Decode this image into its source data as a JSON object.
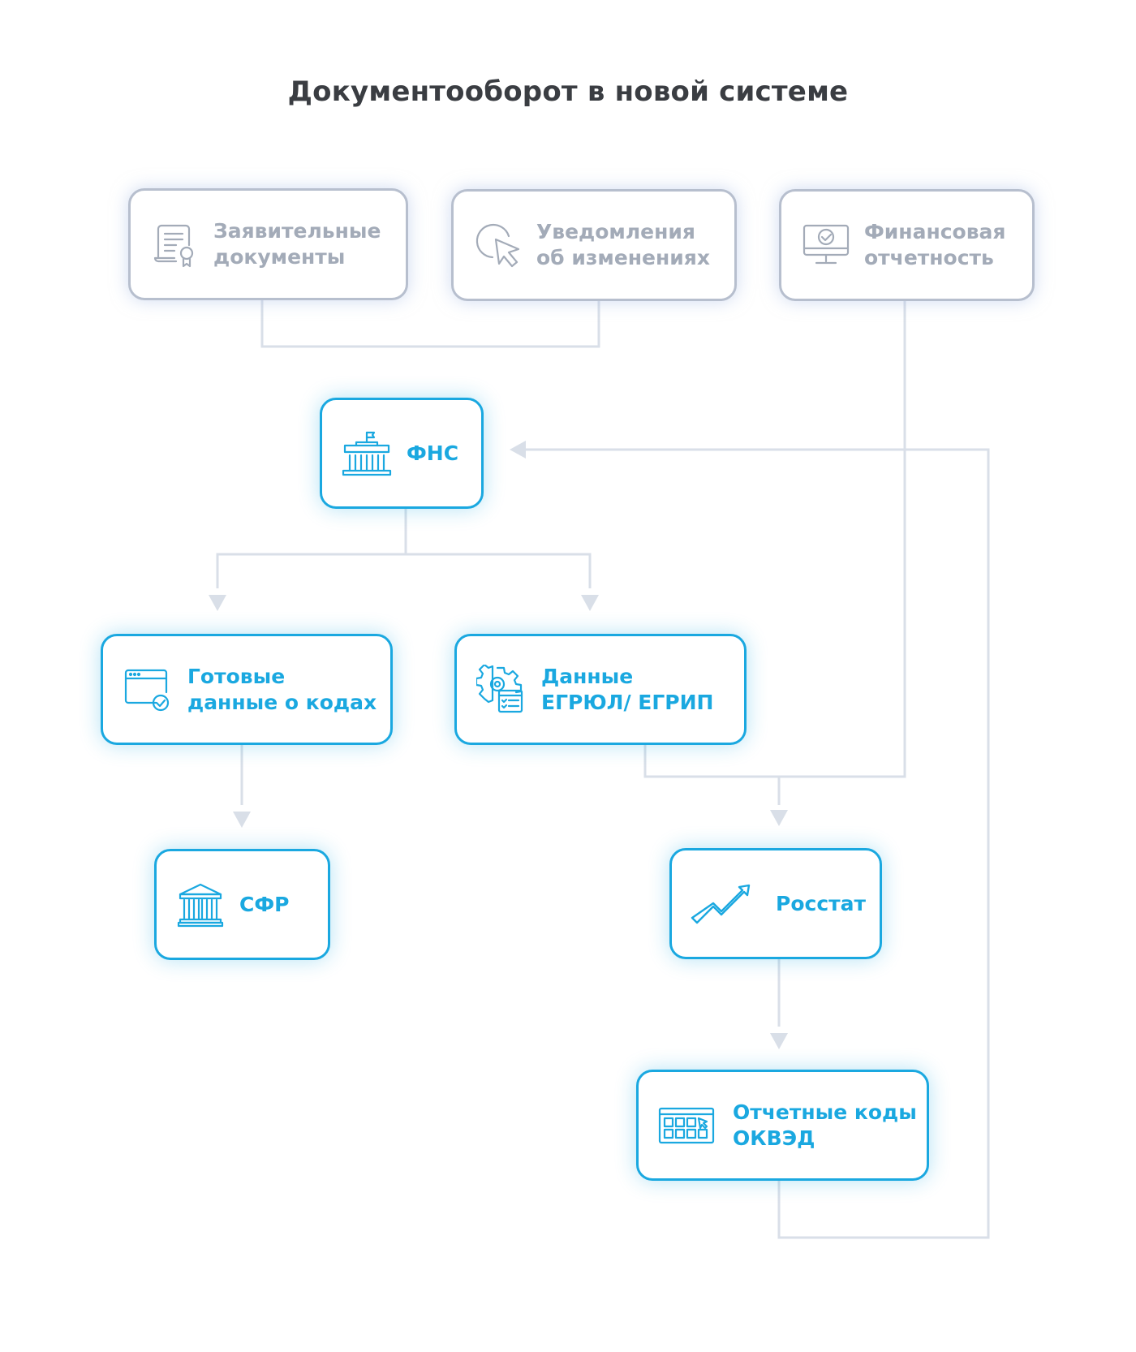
{
  "title": "Документооборот в новой системе",
  "nodes": {
    "statement_docs": {
      "lines": [
        "Заявительные",
        "документы"
      ],
      "icon": "certificate-document-icon"
    },
    "change_notices": {
      "lines": [
        "Уведомления",
        "об изменениях"
      ],
      "icon": "cursor-click-icon"
    },
    "financial_reports": {
      "lines": [
        "Финансовая",
        "отчетность"
      ],
      "icon": "monitor-check-icon"
    },
    "fns": {
      "lines": [
        "ФНС"
      ],
      "icon": "government-building-icon"
    },
    "ready_codes": {
      "lines": [
        "Готовые",
        "данные о кодах"
      ],
      "icon": "browser-window-check-icon"
    },
    "egrul_egrip": {
      "lines": [
        "Данные",
        "ЕГРЮЛ/ ЕГРИП"
      ],
      "icon": "gear-checklist-icon"
    },
    "sfr": {
      "lines": [
        "СФР"
      ],
      "icon": "bank-columns-icon"
    },
    "rosstat": {
      "lines": [
        "Росстат"
      ],
      "icon": "trending-up-arrow-icon"
    },
    "okved_codes": {
      "lines": [
        "Отчетные коды",
        "ОКВЭД"
      ],
      "icon": "table-grid-icon"
    }
  },
  "colors": {
    "accent_blue": "#1aa8e0",
    "muted_gray": "#a3abb8",
    "gray_border": "#b7bfce",
    "connector": "#d9dfe8",
    "title": "#3a3d42"
  }
}
